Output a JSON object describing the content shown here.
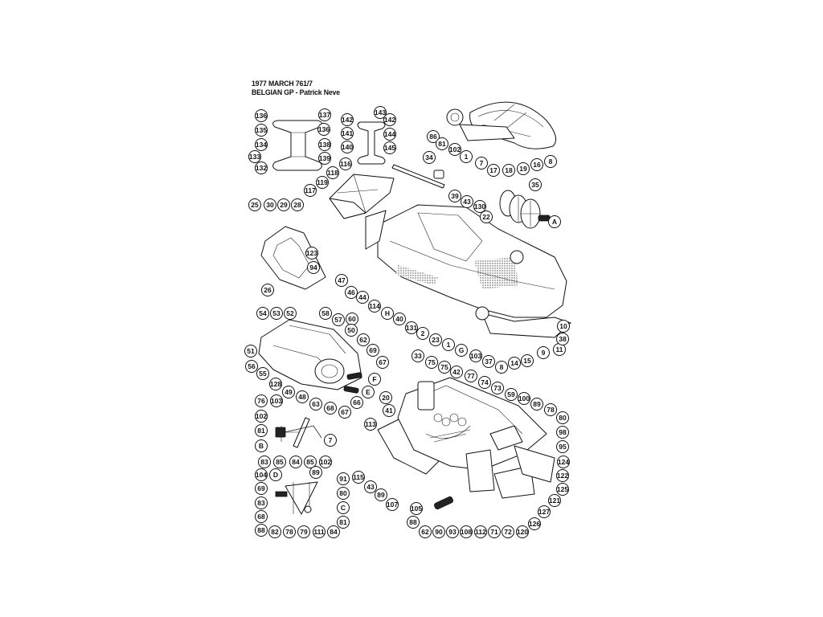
{
  "header": {
    "line1": "1977 MARCH 761/7",
    "line2": "BELGIAN GP - Patrick Neve"
  },
  "callouts": [
    "136",
    "137",
    "135",
    "136",
    "134",
    "138",
    "133",
    "139",
    "132",
    "143",
    "142",
    "142",
    "141",
    "144",
    "140",
    "145",
    "116",
    "119",
    "118",
    "117",
    "34",
    "86",
    "81",
    "102",
    "1",
    "7",
    "17",
    "18",
    "19",
    "16",
    "8",
    "35",
    "A",
    "25",
    "30",
    "29",
    "28",
    "26",
    "39",
    "43",
    "130",
    "22",
    "123",
    "94",
    "47",
    "46",
    "44",
    "114",
    "H",
    "40",
    "131",
    "2",
    "23",
    "1",
    "G",
    "103",
    "37",
    "8",
    "14",
    "15",
    "9",
    "11",
    "38",
    "10",
    "54",
    "53",
    "52",
    "58",
    "57",
    "60",
    "50",
    "62",
    "69",
    "67",
    "51",
    "56",
    "55",
    "128",
    "49",
    "48",
    "63",
    "68",
    "67",
    "66",
    "F",
    "E",
    "33",
    "75",
    "75",
    "42",
    "77",
    "74",
    "73",
    "59",
    "100",
    "89",
    "78",
    "80",
    "98",
    "95",
    "124",
    "122",
    "125",
    "121",
    "127",
    "126",
    "120",
    "72",
    "71",
    "112",
    "108",
    "93",
    "90",
    "62",
    "88",
    "105",
    "107",
    "89",
    "43",
    "115",
    "113",
    "41",
    "20",
    "76",
    "103",
    "102",
    "81",
    "B",
    "83",
    "85",
    "84",
    "85",
    "102",
    "7",
    "104",
    "D",
    "89",
    "91",
    "69",
    "80",
    "83",
    "C",
    "68",
    "81",
    "88",
    "82",
    "78",
    "79",
    "111",
    "84",
    "85"
  ]
}
